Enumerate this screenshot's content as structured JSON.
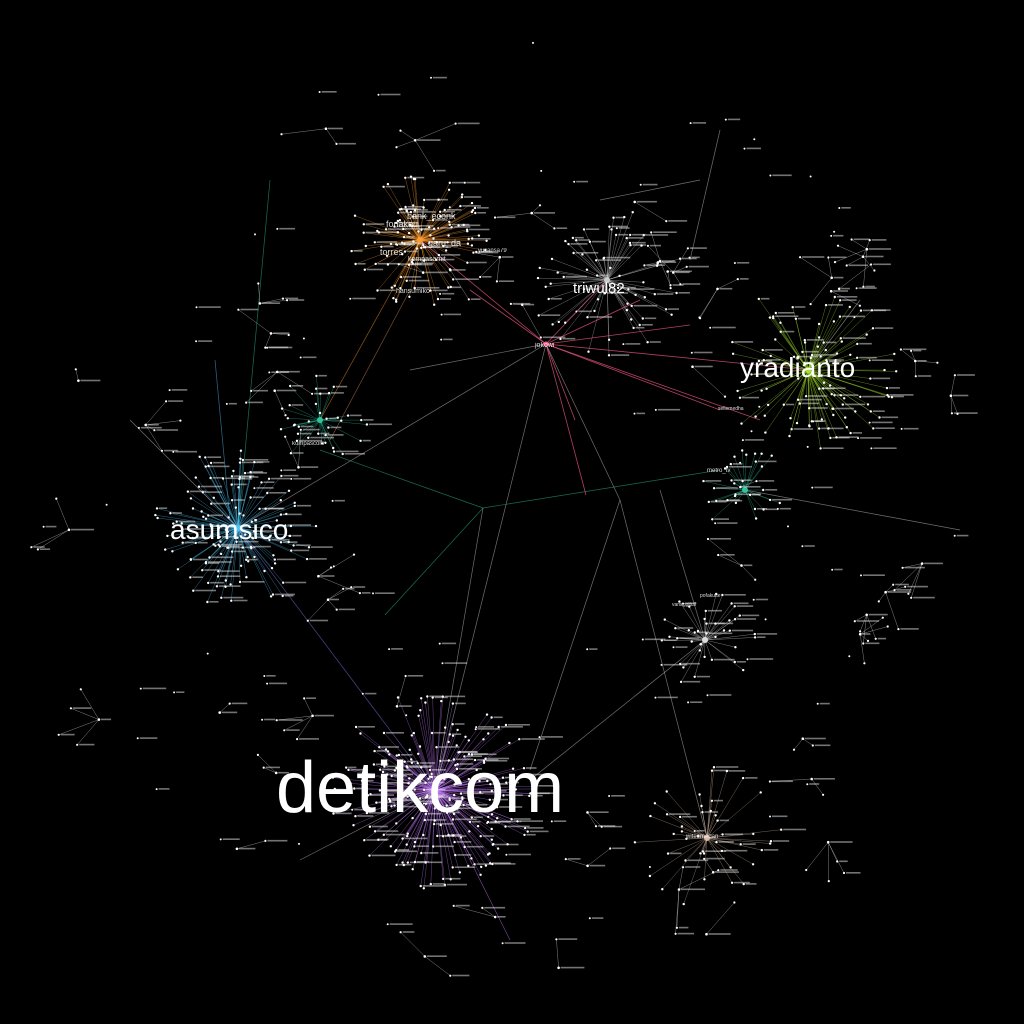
{
  "graph": {
    "background": "#000000",
    "hubs": [
      {
        "id": "detikcom",
        "label": "detikcom",
        "color": "#c77dff",
        "size": "xlarge"
      },
      {
        "id": "asumsico",
        "label": "asumsico",
        "color": "#4fc3f7",
        "size": "large"
      },
      {
        "id": "yradianto",
        "label": "yradianto",
        "color": "#a6e22e",
        "size": "large"
      },
      {
        "id": "triwul82",
        "label": "triwul82",
        "color": "#cccccc",
        "size": "medium"
      },
      {
        "id": "jokowi",
        "label": "jokowi",
        "color": "#ff5c8a",
        "size": "small"
      },
      {
        "id": "bank_econk",
        "label": "bank_econk",
        "color": "#ff9a2e",
        "size": "small"
      },
      {
        "id": "fonakeu",
        "label": "fonakeu",
        "color": "#ff9a2e",
        "size": "small"
      },
      {
        "id": "garu_da",
        "label": "garu_da",
        "color": "#ff9a2e",
        "size": "small"
      },
      {
        "id": "torres",
        "label": "torres",
        "color": "#ff9a2e",
        "size": "small"
      },
      {
        "id": "kompasamit",
        "label": "kompasamit",
        "color": "#ff9a2e",
        "size": "small"
      },
      {
        "id": "hansumiko",
        "label": "hansumiko",
        "color": "#ff9a2e",
        "size": "small"
      },
      {
        "id": "yuliansa79",
        "label": "yuliansa79",
        "color": "#ff9a2e",
        "size": "tiny"
      },
      {
        "id": "metro_tv",
        "label": "metro_tv",
        "color": "#2ec4a0",
        "size": "tiny"
      },
      {
        "id": "kompascom",
        "label": "kompascom",
        "color": "#2ec4a0",
        "size": "tiny"
      },
      {
        "id": "witeemedan",
        "label": "witeemedan",
        "color": "#d9b8a0",
        "size": "tiny"
      },
      {
        "id": "vanaggitull",
        "label": "vanaggitull",
        "color": "#dddddd",
        "size": "tiny"
      },
      {
        "id": "pofakutte",
        "label": "pofakutte",
        "color": "#dddddd",
        "size": "tiny"
      },
      {
        "id": "sellemedha",
        "label": "sellemedha",
        "color": "#ff7fa0",
        "size": "tiny"
      }
    ],
    "legend_colors": {
      "detik_cluster": "#c77dff",
      "asumsi_cluster": "#4fc3f7",
      "yradianto_cluster": "#a6e22e",
      "orange_cluster": "#ff9a2e",
      "jokowi_edges": "#ff5c8a",
      "teal_edges": "#2ec4a0",
      "neutral_edges": "#bbbbbb"
    }
  }
}
